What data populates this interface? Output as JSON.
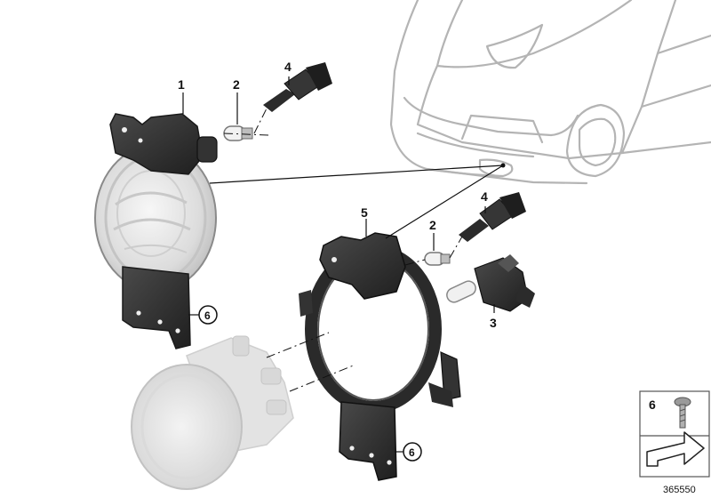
{
  "callouts": {
    "housing_top": "1",
    "bulb_top": "2",
    "connector_top": "4",
    "ring": "5",
    "bulb_mid": "2",
    "connector_mid": "4",
    "lamp_bulb": "3",
    "bracket_left": "6",
    "bracket_right": "6"
  },
  "parts_panel": {
    "item_number": "6"
  },
  "reference_number": "365550",
  "colors": {
    "car_outline": "#b4b4b4",
    "part_dark": "#2e2e2e",
    "part_mid": "#5a5a5a",
    "lens_light": "#e6e6e6",
    "ghost_part": "#dcdcdc",
    "line": "#111111"
  }
}
